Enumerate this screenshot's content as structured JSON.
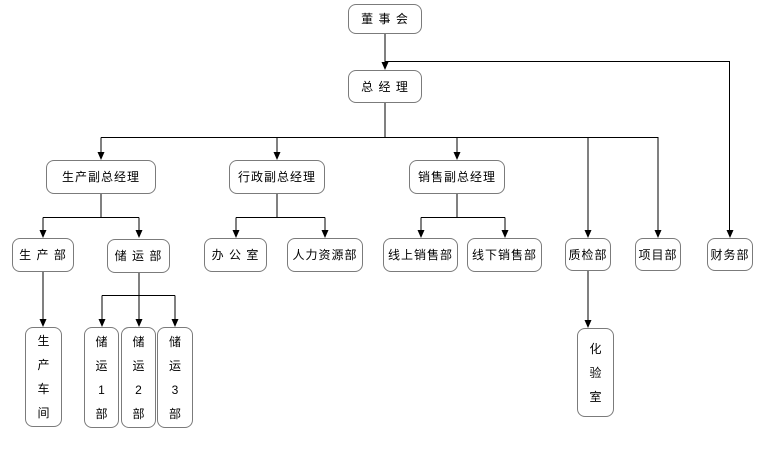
{
  "org_chart": {
    "title": "company-organization-chart",
    "colors": {
      "background": "#ffffff",
      "box_fill": "#ffffff",
      "box_border": "#7b7b7b",
      "connector_line": "#000000",
      "text": "#000000"
    },
    "nodes": {
      "board": "董 事 会",
      "gm": "总 经 理",
      "vp_production": "生产副总经理",
      "vp_admin": "行政副总经理",
      "vp_sales": "销售副总经理",
      "production_dept": "生 产 部",
      "storage_dept": "储 运 部",
      "office": "办 公 室",
      "hr_dept": "人力资源部",
      "online_sales_dept": "线上销售部",
      "offline_sales_dept": "线下销售部",
      "qc_dept": "质检部",
      "project_dept": "项目部",
      "finance_dept": "财务部",
      "workshop": "生\n产\n车\n间",
      "storage_1": "储\n运\n1\n部",
      "storage_2": "储\n运\n2\n部",
      "storage_3": "储\n运\n3\n部",
      "lab": "化\n验\n室"
    },
    "edges": [
      {
        "from": "board",
        "to": "gm"
      },
      {
        "from": "board",
        "to": "finance_dept"
      },
      {
        "from": "gm",
        "to": "vp_production"
      },
      {
        "from": "gm",
        "to": "vp_admin"
      },
      {
        "from": "gm",
        "to": "vp_sales"
      },
      {
        "from": "gm",
        "to": "qc_dept"
      },
      {
        "from": "gm",
        "to": "project_dept"
      },
      {
        "from": "vp_production",
        "to": "production_dept"
      },
      {
        "from": "vp_production",
        "to": "storage_dept"
      },
      {
        "from": "vp_admin",
        "to": "office"
      },
      {
        "from": "vp_admin",
        "to": "hr_dept"
      },
      {
        "from": "vp_sales",
        "to": "online_sales_dept"
      },
      {
        "from": "vp_sales",
        "to": "offline_sales_dept"
      },
      {
        "from": "production_dept",
        "to": "workshop"
      },
      {
        "from": "storage_dept",
        "to": "storage_1"
      },
      {
        "from": "storage_dept",
        "to": "storage_2"
      },
      {
        "from": "storage_dept",
        "to": "storage_3"
      },
      {
        "from": "qc_dept",
        "to": "lab"
      }
    ]
  }
}
